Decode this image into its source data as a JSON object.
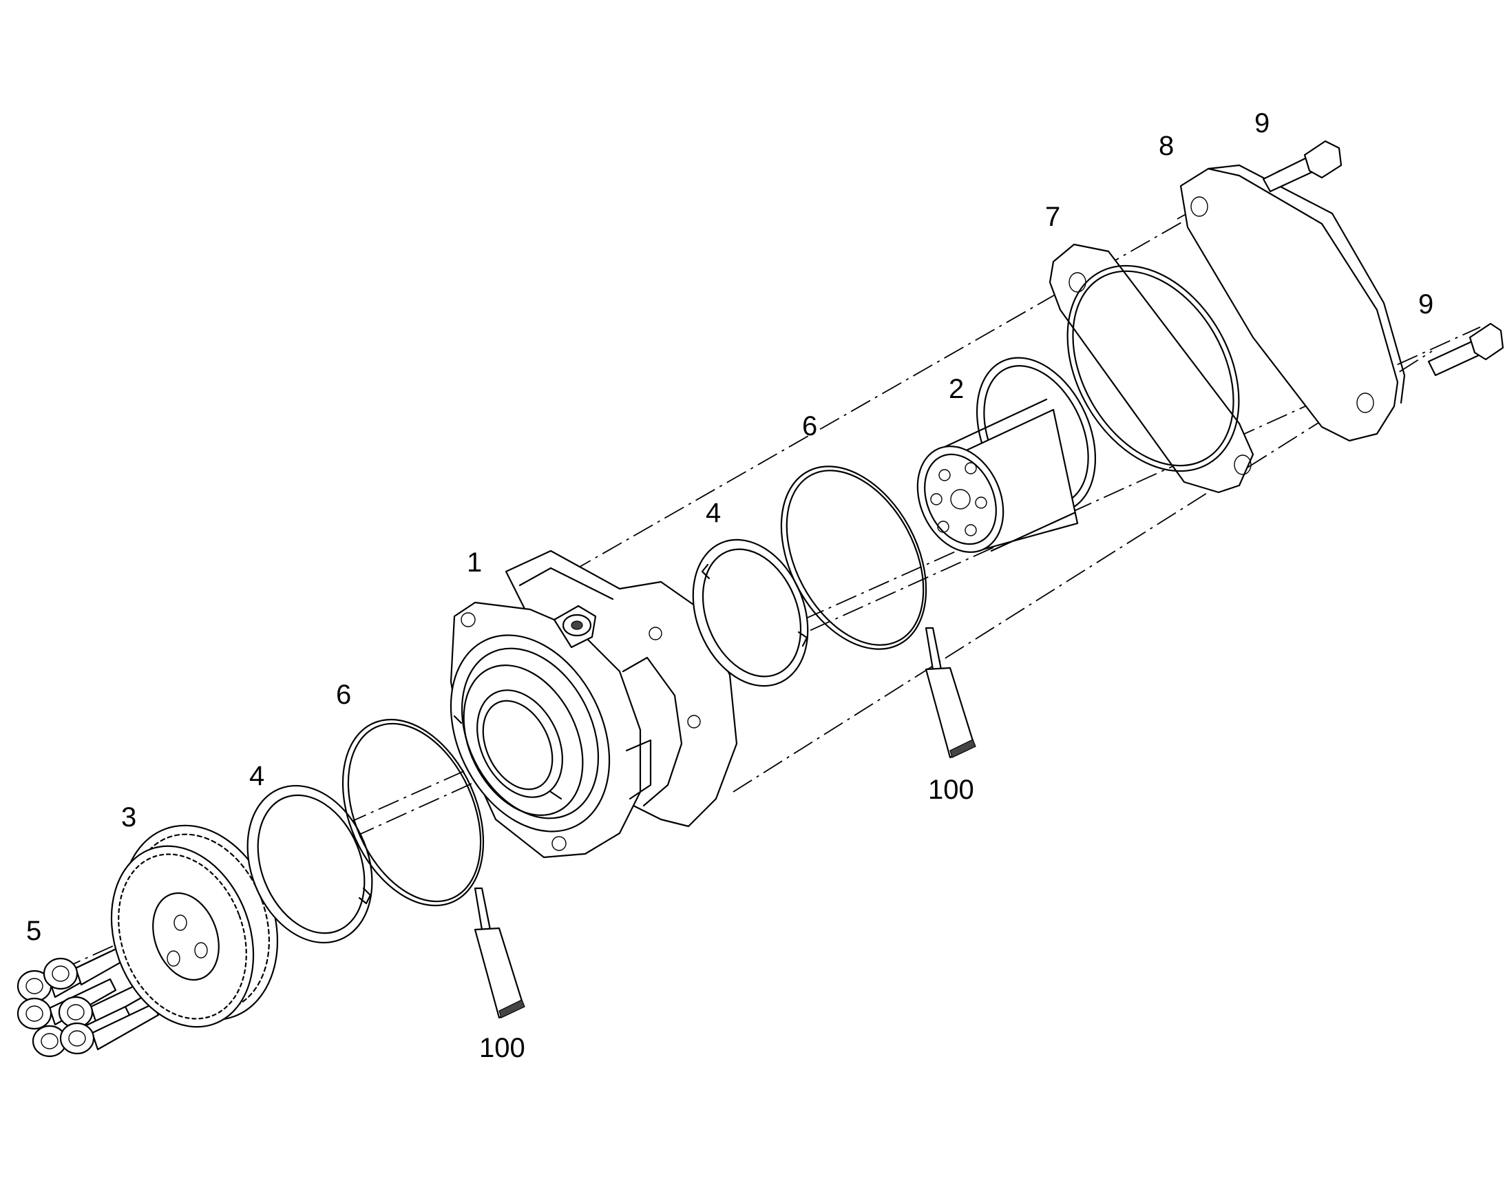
{
  "diagram": {
    "labels": {
      "part_1": "1",
      "part_2": "2",
      "part_3": "3",
      "part_4_left": "4",
      "part_4_right": "4",
      "part_5": "5",
      "part_6_left": "6",
      "part_6_right": "6",
      "part_7": "7",
      "part_8": "8",
      "part_9_top": "9",
      "part_9_bottom": "9",
      "part_100_left": "100",
      "part_100_right": "100"
    }
  }
}
